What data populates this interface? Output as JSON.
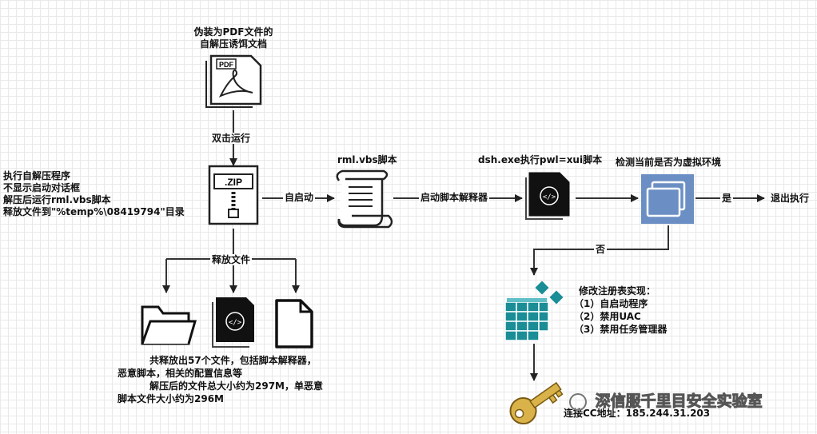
{
  "nodes": {
    "pdf": {
      "title_1": "伪装为PDF文件的",
      "title_2": "自解压诱饵文档",
      "icon": "pdf-file-icon",
      "icon_text": "PDF"
    },
    "zip": {
      "icon": "zip-archive-icon",
      "icon_text": ".ZIP",
      "desc": [
        "执行自解压程序",
        "不显示启动对话框",
        "解压后运行rml.vbs脚本",
        "释放文件到\"%temp%\\08419794\"目录"
      ]
    },
    "vbs": {
      "title": "rml.vbs脚本",
      "icon": "script-scroll-icon"
    },
    "dsh": {
      "title": "dsh.exe执行pwl=xui脚本",
      "icon": "code-file-icon"
    },
    "vm_check": {
      "title": "检测当前是否为虚拟环境",
      "icon": "virtual-window-icon",
      "color": "#6b8fc4"
    },
    "exit": {
      "label": "退出执行"
    },
    "registry": {
      "icon": "registry-cubes-icon",
      "color": "#1a8d96",
      "desc": [
        "修改注册表实现：",
        "（1）自启动程序",
        "（2）禁用UAC",
        "（3）禁用任务管理器"
      ]
    },
    "released": {
      "icons": [
        "folder-icon",
        "code-file-icon",
        "document-icon"
      ],
      "desc": [
        "共释放出57个文件，包括脚本解释器，",
        "恶意脚本，相关的配置信息等",
        "解压后的文件总大小约为297M，单恶意",
        "脚本文件大小约为296M"
      ]
    },
    "key": {
      "icon": "key-icon",
      "label": "连接CC地址：185.244.31.203"
    }
  },
  "edges": {
    "double_click": "双击运行",
    "autostart": "自启动",
    "release": "释放文件",
    "interpreter": "启动脚本解释器",
    "yes": "是",
    "no": "否"
  },
  "watermark": "深信服千里目安全实验室"
}
